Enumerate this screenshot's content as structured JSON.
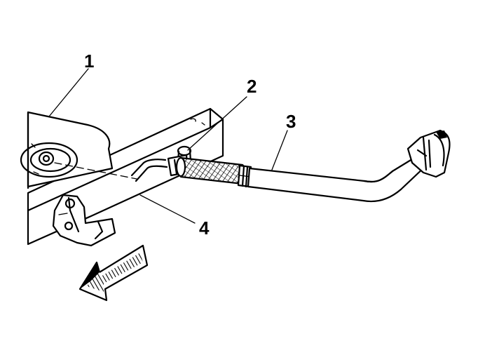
{
  "callouts": {
    "c1": "1",
    "c2": "2",
    "c3": "3",
    "c4": "4"
  },
  "colors": {
    "ink": "#000000",
    "paper": "#ffffff"
  },
  "icons": {
    "direction_arrow": "forward-arrow-icon"
  }
}
